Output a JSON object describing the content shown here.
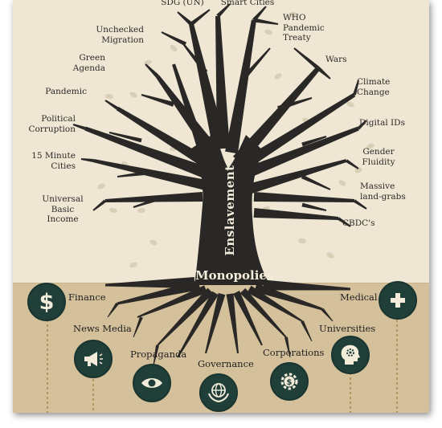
{
  "diagram": {
    "trunk_label": "Enslavement",
    "root_label": "Monopolies",
    "branches_left": [
      "Unchecked\nMigration",
      "Green\nAgenda",
      "Pandemic",
      "Political\nCorruption",
      "15 Minute\nCities",
      "Universal\nBasic\nIncome"
    ],
    "branches_top": [
      "SDG (UN)",
      "Smart Cities"
    ],
    "branches_right": [
      "WHO\nPandemic\nTreaty",
      "Wars",
      "Climate\nChange",
      "Digital IDs",
      "Gender\nFluidity",
      "Massive\nland-grabs",
      "CBDC's"
    ],
    "roots": [
      {
        "label": "Finance",
        "icon": "dollar-icon"
      },
      {
        "label": "News Media",
        "icon": "megaphone-icon"
      },
      {
        "label": "Propaganda",
        "icon": "eye-icon"
      },
      {
        "label": "Governance",
        "icon": "globe-hands-icon"
      },
      {
        "label": "Corporations",
        "icon": "gear-dollar-icon"
      },
      {
        "label": "Universities",
        "icon": "head-gear-icon"
      },
      {
        "label": "Medical",
        "icon": "medical-cross-icon"
      }
    ],
    "colors": {
      "background": "#efe7d4",
      "ground": "#d4c19c",
      "tree": "#2a2826",
      "badge": "#1f3f38",
      "leaf": "#d9ceb6"
    }
  }
}
